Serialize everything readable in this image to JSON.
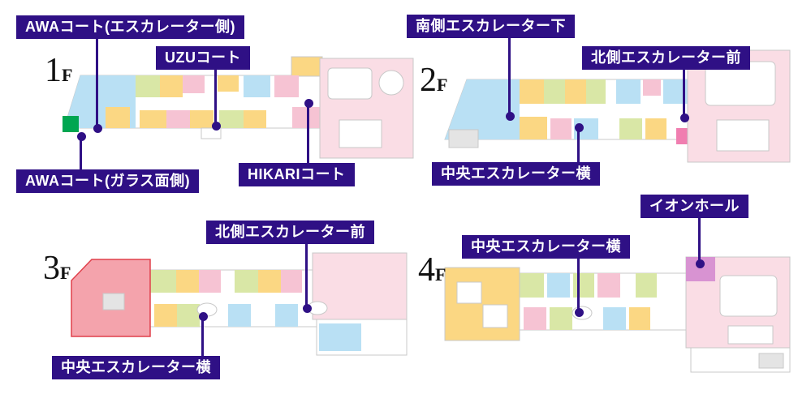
{
  "page": {
    "background": "#ffffff"
  },
  "colors": {
    "label_bg": "#2f1085",
    "label_text": "#ffffff",
    "connector": "#2f1085",
    "floor_number_text": "#111111",
    "map_outline": "#c8c8c8",
    "map_white": "#ffffff",
    "map_gray": "#e4e4e4",
    "map_blue": "#b9e0f4",
    "map_green": "#d9e7a6",
    "map_yellow": "#fbd783",
    "map_pink": "#f6c3d3",
    "map_lightpink": "#fadde5",
    "accent_green": "#00a651",
    "accent_magenta": "#f07eb0",
    "accent_purple": "#d893d2",
    "red_area_fill": "#f4a3ac",
    "red_area_border": "#e0404b"
  },
  "floors": [
    {
      "id": "1F",
      "number": "1",
      "suffix": "F",
      "callouts": [
        {
          "id": "awa-court-escalator-side",
          "text": "AWAコート(エスカレーター側)"
        },
        {
          "id": "uzu-court",
          "text": "UZUコート"
        },
        {
          "id": "awa-court-glass-side",
          "text": "AWAコート(ガラス面側)"
        },
        {
          "id": "hikari-court",
          "text": "HIKARIコート"
        }
      ]
    },
    {
      "id": "2F",
      "number": "2",
      "suffix": "F",
      "callouts": [
        {
          "id": "south-escalator-below",
          "text": "南側エスカレーター下"
        },
        {
          "id": "north-escalator-front",
          "text": "北側エスカレーター前"
        },
        {
          "id": "central-escalator-side",
          "text": "中央エスカレーター横"
        }
      ]
    },
    {
      "id": "3F",
      "number": "3",
      "suffix": "F",
      "callouts": [
        {
          "id": "north-escalator-front",
          "text": "北側エスカレーター前"
        },
        {
          "id": "central-escalator-side",
          "text": "中央エスカレーター横"
        }
      ]
    },
    {
      "id": "4F",
      "number": "4",
      "suffix": "F",
      "callouts": [
        {
          "id": "aeon-hall",
          "text": "イオンホール"
        },
        {
          "id": "central-escalator-side",
          "text": "中央エスカレーター横"
        }
      ]
    }
  ]
}
